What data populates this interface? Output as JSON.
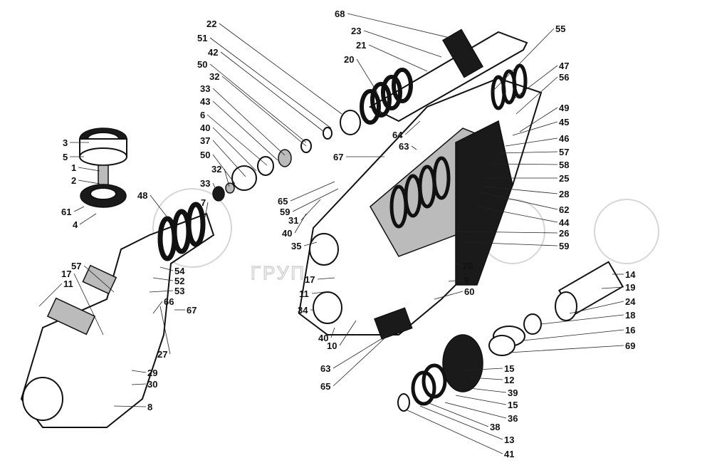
{
  "watermark": {
    "text": "ГРУППА"
  },
  "labels": [
    "3",
    "5",
    "1",
    "2",
    "61",
    "4",
    "48",
    "7",
    "22",
    "51",
    "42",
    "50",
    "32",
    "33",
    "43",
    "6",
    "40",
    "37",
    "50",
    "32",
    "33",
    "68",
    "23",
    "21",
    "20",
    "55",
    "47",
    "56",
    "49",
    "45",
    "46",
    "57",
    "58",
    "25",
    "28",
    "62",
    "44",
    "26",
    "59",
    "28",
    "9",
    "60",
    "64",
    "63",
    "67",
    "65",
    "59",
    "31",
    "40",
    "35",
    "17",
    "11",
    "34",
    "40",
    "10",
    "63",
    "65",
    "14",
    "19",
    "24",
    "18",
    "16",
    "69",
    "15",
    "12",
    "39",
    "15",
    "36",
    "38",
    "13",
    "41",
    "57",
    "17",
    "11",
    "54",
    "52",
    "53",
    "66",
    "67",
    "27",
    "29",
    "30",
    "8"
  ]
}
